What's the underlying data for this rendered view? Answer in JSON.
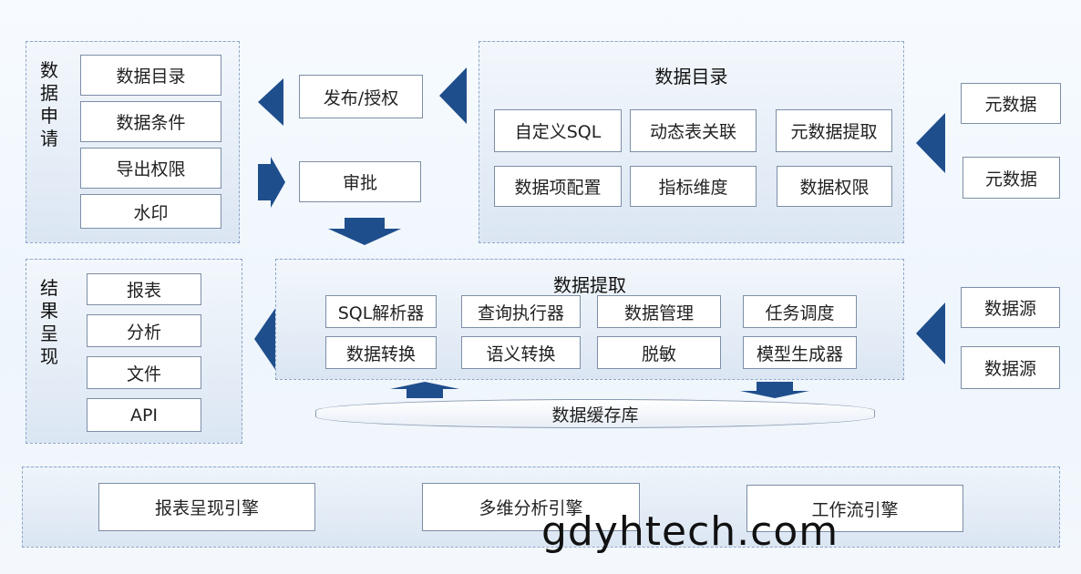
{
  "apply": {
    "label": "数据申请",
    "items": [
      "数据目录",
      "数据条件",
      "导出权限",
      "水印"
    ]
  },
  "publish": {
    "label": "发布/授权"
  },
  "approve": {
    "label": "审批"
  },
  "catalog": {
    "title": "数据目录",
    "items": [
      "自定义SQL",
      "动态表关联",
      "元数据提取",
      "数据项配置",
      "指标维度",
      "数据权限"
    ]
  },
  "metadata": {
    "items": [
      "元数据",
      "元数据"
    ]
  },
  "result": {
    "label": "结果呈现",
    "items": [
      "报表",
      "分析",
      "文件",
      "API"
    ]
  },
  "extract": {
    "title": "数据提取",
    "items": [
      "SQL解析器",
      "查询执行器",
      "数据管理",
      "任务调度",
      "数据转换",
      "语义转换",
      "脱敏",
      "模型生成器"
    ]
  },
  "sources": {
    "items": [
      "数据源",
      "数据源"
    ]
  },
  "cache": {
    "label": "数据缓存库"
  },
  "engines": {
    "items": [
      "报表呈现引擎",
      "多维分析引擎",
      "工作流引擎"
    ]
  },
  "watermark": {
    "text": "gdyhtech.com"
  },
  "colors": {
    "arrow": "#1f4e8c",
    "border": "#7d8ea6"
  }
}
